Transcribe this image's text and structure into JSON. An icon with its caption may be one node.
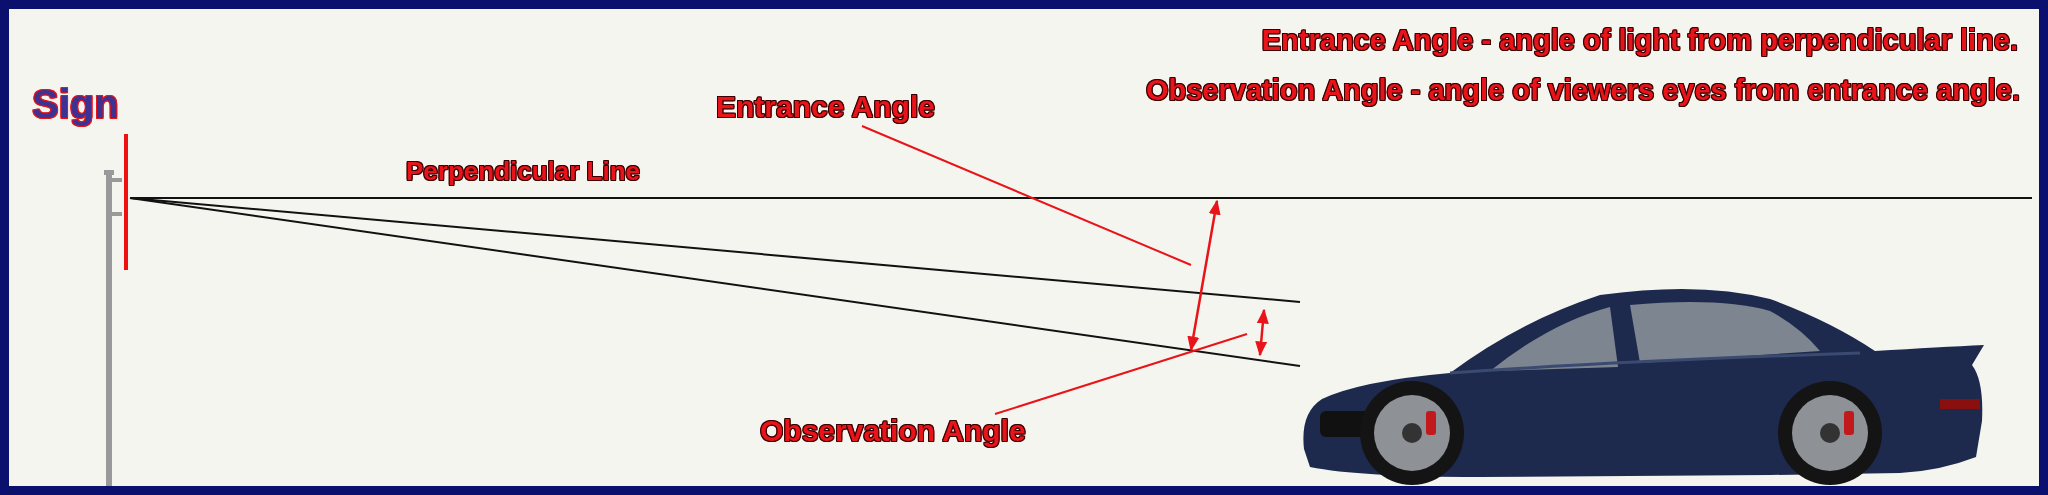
{
  "diagram": {
    "nodes": [
      {
        "text": [
          "Sign"
        ]
      },
      {
        "text": [
          "Entrance Angle"
        ]
      },
      {
        "text": [
          "Observation Angle"
        ]
      },
      {
        "text": [],
        "shape": "picture"
      }
    ],
    "edges": [
      {
        "from": 0,
        "to": null,
        "arrow": "none"
      },
      {
        "from": 0,
        "to": 3,
        "arrow": "none"
      },
      {
        "from": 0,
        "to": 3,
        "arrow": "none"
      },
      {
        "from": 1,
        "to": null,
        "arrow": "none",
        "color": "#e8141a"
      },
      {
        "from": 2,
        "to": null,
        "arrow": "none",
        "color": "#e8141a"
      }
    ],
    "labels": [
      "Entrance Angle - angle of light from perpendicular line.",
      "Observation Angle - angle of viewers eyes from entrance angle.",
      "Perpendicular Line"
    ]
  }
}
